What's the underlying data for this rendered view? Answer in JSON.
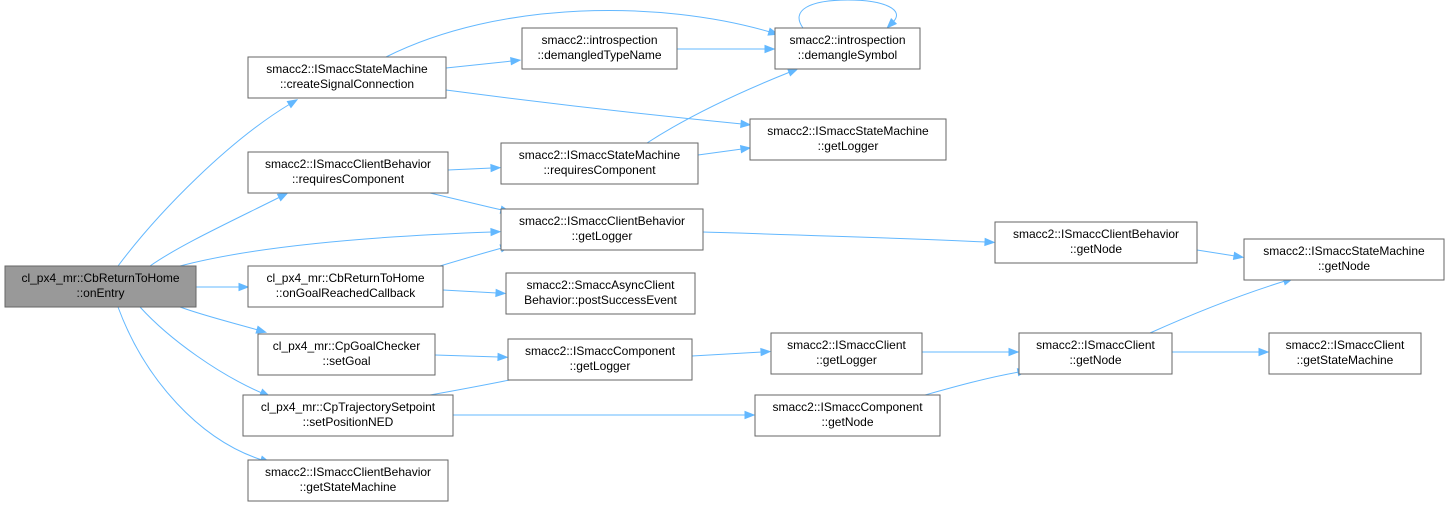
{
  "graph": {
    "nodes": [
      {
        "id": "n0",
        "lines": [
          "cl_px4_mr::CbReturnToHome",
          "::onEntry"
        ],
        "root": true
      },
      {
        "id": "n1",
        "lines": [
          "smacc2::ISmaccStateMachine",
          "::createSignalConnection"
        ]
      },
      {
        "id": "n2",
        "lines": [
          "smacc2::introspection",
          "::demangledTypeName"
        ]
      },
      {
        "id": "n3",
        "lines": [
          "smacc2::introspection",
          "::demangleSymbol"
        ]
      },
      {
        "id": "n4",
        "lines": [
          "smacc2::ISmaccStateMachine",
          "::getLogger"
        ]
      },
      {
        "id": "n5",
        "lines": [
          "smacc2::ISmaccClientBehavior",
          "::requiresComponent"
        ]
      },
      {
        "id": "n6",
        "lines": [
          "smacc2::ISmaccStateMachine",
          "::requiresComponent"
        ]
      },
      {
        "id": "n7",
        "lines": [
          "smacc2::ISmaccClientBehavior",
          "::getLogger"
        ]
      },
      {
        "id": "n8",
        "lines": [
          "smacc2::ISmaccClientBehavior",
          "::getNode"
        ]
      },
      {
        "id": "n9",
        "lines": [
          "smacc2::ISmaccStateMachine",
          "::getNode"
        ]
      },
      {
        "id": "n10",
        "lines": [
          "cl_px4_mr::CbReturnToHome",
          "::onGoalReachedCallback"
        ]
      },
      {
        "id": "n11",
        "lines": [
          "smacc2::SmaccAsyncClient",
          "Behavior::postSuccessEvent"
        ]
      },
      {
        "id": "n12",
        "lines": [
          "cl_px4_mr::CpGoalChecker",
          "::setGoal"
        ]
      },
      {
        "id": "n13",
        "lines": [
          "smacc2::ISmaccComponent",
          "::getLogger"
        ]
      },
      {
        "id": "n14",
        "lines": [
          "smacc2::ISmaccClient",
          "::getLogger"
        ]
      },
      {
        "id": "n15",
        "lines": [
          "smacc2::ISmaccClient",
          "::getNode"
        ]
      },
      {
        "id": "n16",
        "lines": [
          "smacc2::ISmaccClient",
          "::getStateMachine"
        ]
      },
      {
        "id": "n17",
        "lines": [
          "cl_px4_mr::CpTrajectorySetpoint",
          "::setPositionNED"
        ]
      },
      {
        "id": "n18",
        "lines": [
          "smacc2::ISmaccComponent",
          "::getNode"
        ]
      },
      {
        "id": "n19",
        "lines": [
          "smacc2::ISmaccClientBehavior",
          "::getStateMachine"
        ]
      }
    ],
    "edges": [
      [
        "n0",
        "n1"
      ],
      [
        "n0",
        "n5"
      ],
      [
        "n0",
        "n7"
      ],
      [
        "n0",
        "n10"
      ],
      [
        "n0",
        "n12"
      ],
      [
        "n0",
        "n17"
      ],
      [
        "n0",
        "n19"
      ],
      [
        "n1",
        "n2"
      ],
      [
        "n1",
        "n3"
      ],
      [
        "n1",
        "n4"
      ],
      [
        "n2",
        "n3"
      ],
      [
        "n3",
        "n3"
      ],
      [
        "n5",
        "n6"
      ],
      [
        "n5",
        "n7"
      ],
      [
        "n6",
        "n3"
      ],
      [
        "n6",
        "n4"
      ],
      [
        "n7",
        "n8"
      ],
      [
        "n8",
        "n9"
      ],
      [
        "n10",
        "n7"
      ],
      [
        "n10",
        "n11"
      ],
      [
        "n12",
        "n13"
      ],
      [
        "n13",
        "n14"
      ],
      [
        "n14",
        "n15"
      ],
      [
        "n15",
        "n9"
      ],
      [
        "n15",
        "n16"
      ],
      [
        "n17",
        "n13"
      ],
      [
        "n17",
        "n18"
      ],
      [
        "n18",
        "n15"
      ]
    ],
    "colors": {
      "edge": "#63b8ff",
      "box_border": "#666666",
      "root_fill": "#999999",
      "box_fill": "#ffffff"
    }
  }
}
